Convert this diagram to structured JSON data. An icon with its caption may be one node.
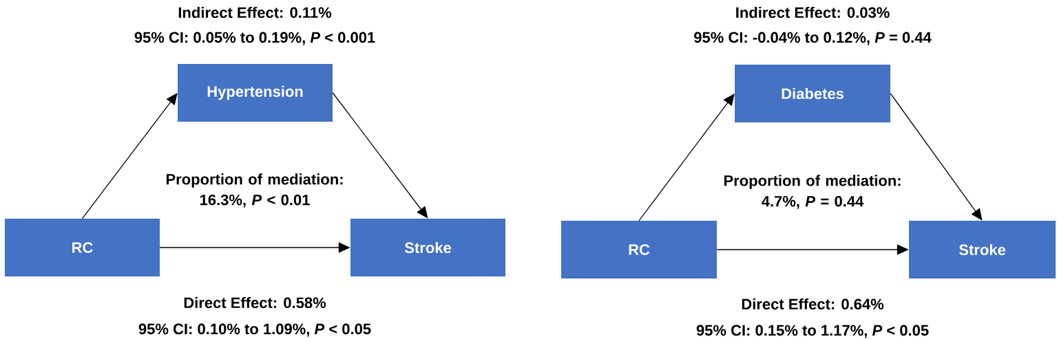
{
  "diagram": {
    "nodes": [
      {
        "text": [
          "Hypertension"
        ]
      },
      {
        "text": [
          "RC"
        ]
      },
      {
        "text": [
          "Stroke"
        ]
      },
      {
        "text": [
          "Diabetes"
        ]
      },
      {
        "text": [
          "RC"
        ]
      },
      {
        "text": [
          "Stroke"
        ]
      }
    ],
    "edges": [
      {
        "from": 1,
        "to": 0,
        "arrow": "to"
      },
      {
        "from": 0,
        "to": 2,
        "arrow": "to"
      },
      {
        "from": 1,
        "to": 2,
        "arrow": "to"
      },
      {
        "from": 4,
        "to": 3,
        "arrow": "to"
      },
      {
        "from": 3,
        "to": 5,
        "arrow": "to"
      },
      {
        "from": 4,
        "to": 5,
        "arrow": "to"
      }
    ],
    "labels": [
      "Indirect Effect: 0.11%",
      "95% CI: 0.05% to 0.19%, *P* < 0.001",
      "Indirect Effect: 0.03%",
      "95% CI: -0.04% to 0.12%, *P* = 0.44",
      "Proportion of mediation: 16.3%, *P* < 0.01",
      "Proportion of mediation: 4.7%, *P* = 0.44",
      "Direct Effect: 0.58%",
      "95% CI: 0.10% to 1.09%, *P* < 0.05",
      "Direct Effect: 0.64%",
      "95% CI: 0.15% to 1.17%, *P* < 0.05"
    ]
  }
}
